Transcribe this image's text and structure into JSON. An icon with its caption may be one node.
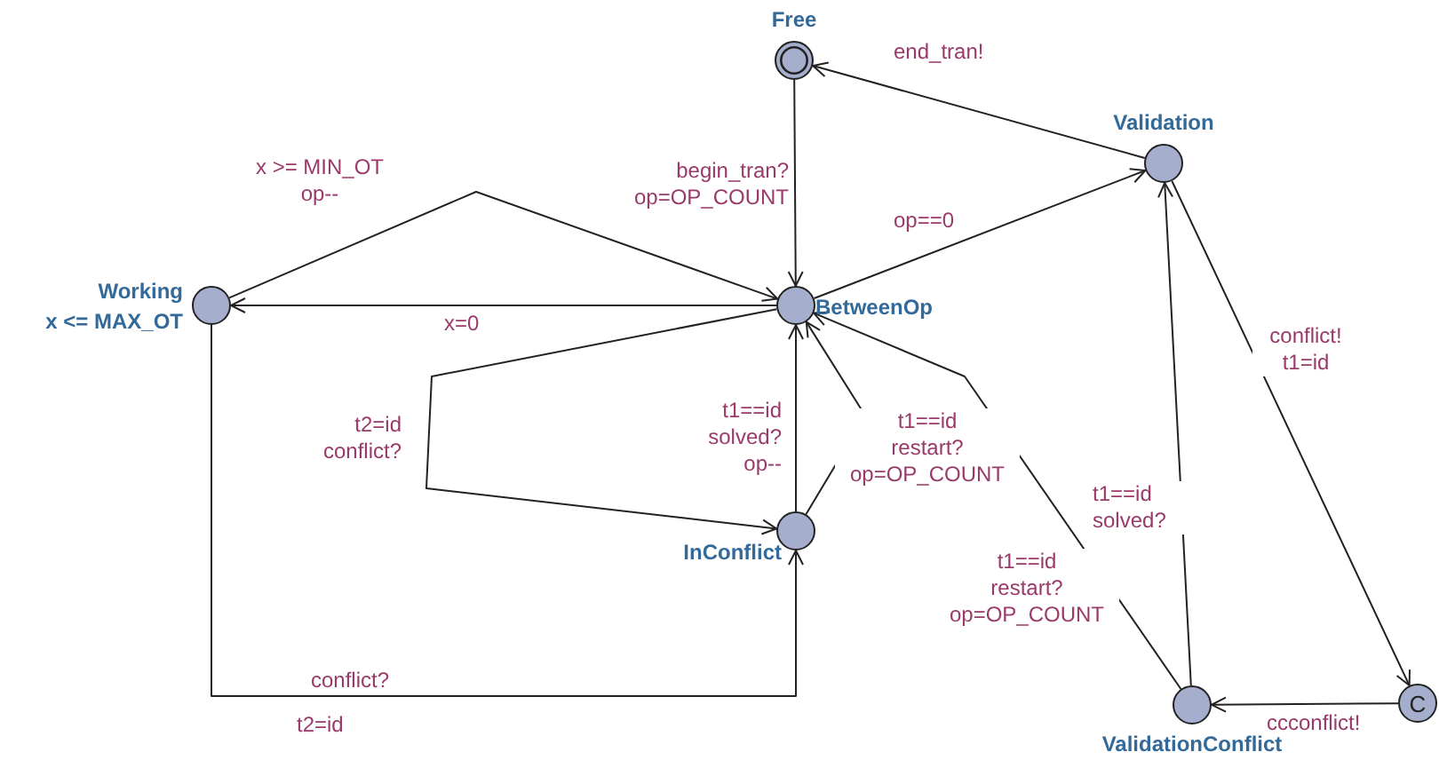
{
  "diagram": {
    "nodes": [
      {
        "text": [
          "Free"
        ]
      },
      {
        "text": [
          "Validation"
        ]
      },
      {
        "text": [
          "Working",
          "x <= MAX_OT"
        ]
      },
      {
        "text": [
          "BetweenOp"
        ]
      },
      {
        "text": [
          "InConflict"
        ]
      },
      {
        "text": [
          "ValidationConflict"
        ]
      },
      {
        "text": [
          "C"
        ]
      }
    ],
    "edges": [
      {
        "from": 0,
        "to": 3,
        "arrow": "to",
        "label": "begin_tran? op=OP_COUNT"
      },
      {
        "from": 3,
        "to": 2,
        "arrow": "to",
        "label": "x=0"
      },
      {
        "from": 2,
        "to": 3,
        "arrow": "to",
        "label": "x >= MIN_OT op--"
      },
      {
        "from": 3,
        "to": 1,
        "arrow": "to",
        "label": "op==0"
      },
      {
        "from": 1,
        "to": 0,
        "arrow": "to",
        "label": "end_tran!"
      },
      {
        "from": 1,
        "to": 6,
        "arrow": "to",
        "label": "conflict! t1=id"
      },
      {
        "from": 6,
        "to": 5,
        "arrow": "to",
        "label": "ccconflict!"
      },
      {
        "from": 5,
        "to": 1,
        "arrow": "to",
        "label": "t1==id solved?"
      },
      {
        "from": 5,
        "to": 3,
        "arrow": "to",
        "label": "t1==id restart? op=OP_COUNT"
      },
      {
        "from": 4,
        "to": 3,
        "arrow": "to",
        "label": "t1==id restart? op=OP_COUNT"
      },
      {
        "from": 4,
        "to": 3,
        "arrow": "to",
        "label": "t1==id solved? op--"
      },
      {
        "from": 3,
        "to": 4,
        "arrow": "to",
        "label": "t2=id conflict?"
      },
      {
        "from": 2,
        "to": 4,
        "arrow": "to",
        "label": "conflict?"
      }
    ],
    "labels": [
      "t2=id"
    ]
  }
}
